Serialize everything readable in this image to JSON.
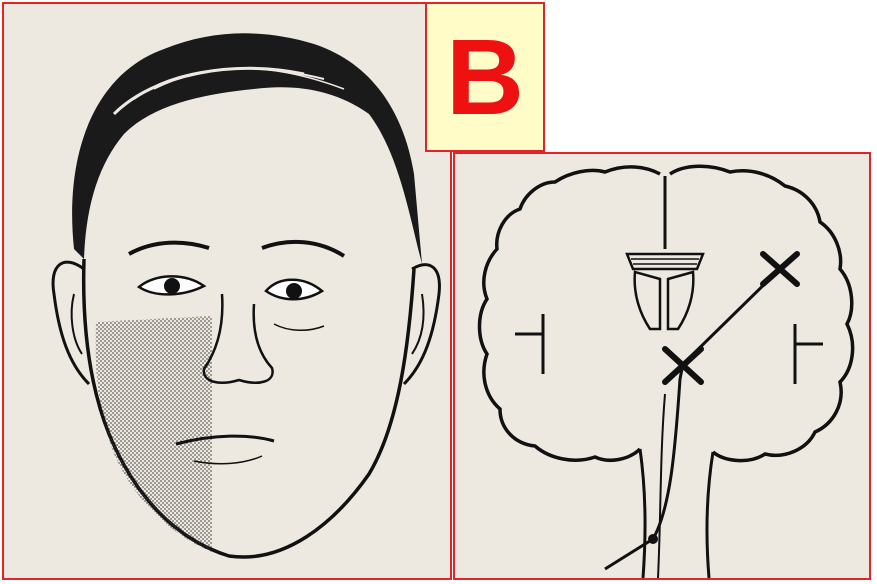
{
  "panel_label": "B",
  "colors": {
    "border": "#e0242a",
    "label_background": "#fffcc8",
    "label_text": "#ee1111",
    "paper": "#ede9e1",
    "ink": "#111111"
  },
  "panels": [
    {
      "id": "face",
      "content": "face-illustration"
    },
    {
      "id": "brain",
      "content": "brain-coronal-section"
    }
  ]
}
